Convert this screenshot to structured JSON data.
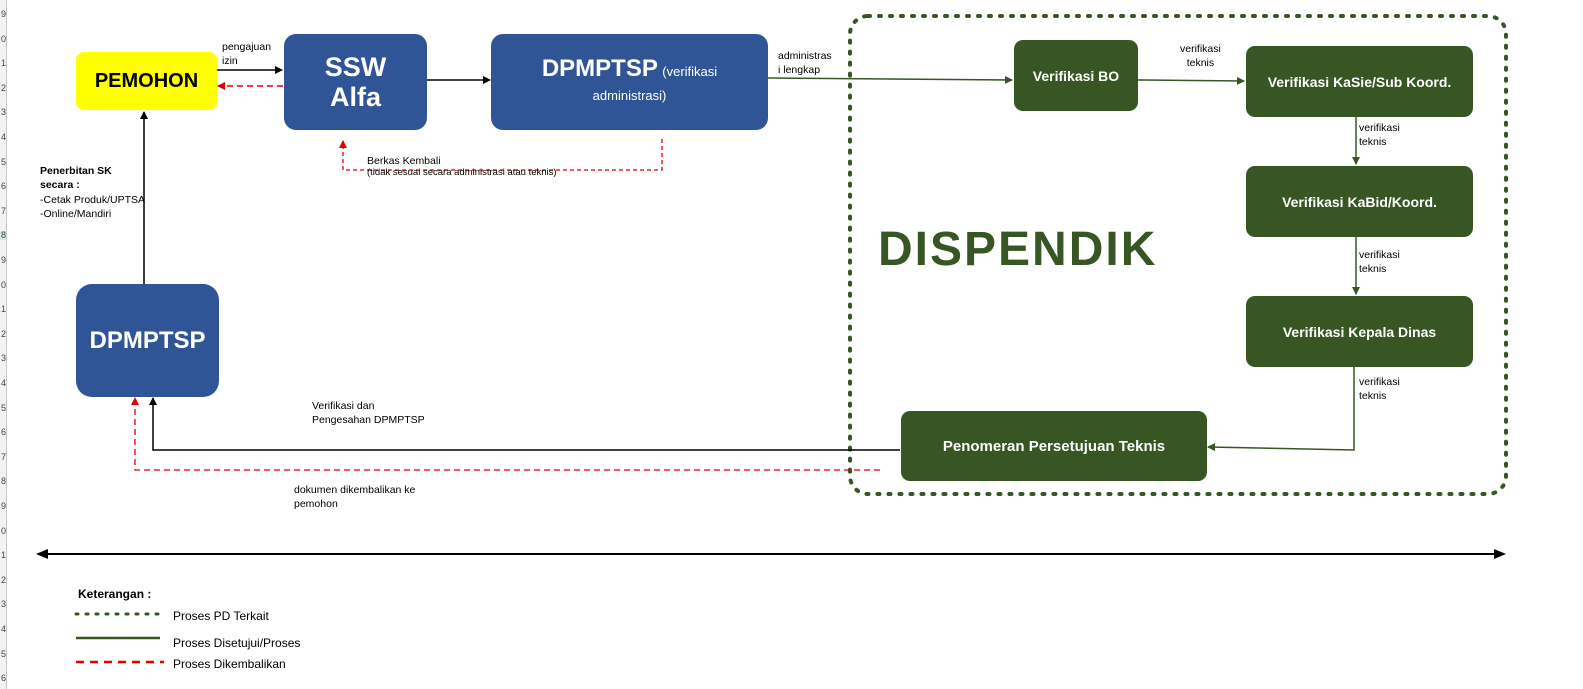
{
  "nodes": {
    "pemohon": "PEMOHON",
    "ssw_line1": "SSW",
    "ssw_line2": "Alfa",
    "dpmptsp_top_main": "DPMPTSP",
    "dpmptsp_top_sub": "(verifikasi administrasi)",
    "dpmptsp_bottom": "DPMPTSP",
    "verifikasi_bo": "Verifikasi BO",
    "verifikasi_kasie": "Verifikasi KaSie/Sub Koord.",
    "verifikasi_kabid": "Verifikasi KaBid/Koord.",
    "verifikasi_kadis": "Verifikasi Kepala Dinas",
    "penomeran": "Penomeran Persetujuan Teknis"
  },
  "labels": {
    "pengajuan_izin": "pengajuan\nizin",
    "administrasi_lengkap": "administras\ni lengkap",
    "verifikasi_teknis_1": "verifikasi\nteknis",
    "verifikasi_teknis_2": "verifikasi\nteknis",
    "verifikasi_teknis_3": "verifikasi\nteknis",
    "verifikasi_teknis_4": "verifikasi\nteknis",
    "berkas_kembali": "Berkas Kembali",
    "berkas_kembali_note": "(tidak sesuai secara administrasi atau teknis)",
    "penerbitan_title": "Penerbitan SK\nsecara :",
    "penerbitan_items": "-Cetak Produk/UPTSA\n-Online/Mandiri",
    "verifikasi_pengesahan": "Verifikasi dan\nPengesahan DPMPTSP",
    "dokumen_dikembalikan": "dokumen dikembalikan ke\npemohon"
  },
  "region_title": "DISPENDIK",
  "legend": {
    "title": "Keterangan :",
    "items": [
      {
        "label": "Proses PD Terkait",
        "style": "dotted",
        "color": "#375623"
      },
      {
        "label": "Proses Disetujui/Proses",
        "style": "solid",
        "color": "#375623"
      },
      {
        "label": "Proses Dikembalikan",
        "style": "dashed",
        "color": "#e00000"
      }
    ]
  },
  "row_numbers": [
    "9",
    "0",
    "1",
    "2",
    "3",
    "4",
    "5",
    "6",
    "7",
    "8",
    "9",
    "0",
    "1",
    "2",
    "3",
    "4",
    "5",
    "6",
    "7",
    "8",
    "9",
    "0",
    "1",
    "2",
    "3",
    "4",
    "5",
    "6"
  ],
  "colors": {
    "blue_box": "#2f5597",
    "green_box": "#375623",
    "yellow_box": "#ffff00",
    "return_line": "#e00000",
    "approve_line": "#375623",
    "neutral_line": "#000000"
  }
}
